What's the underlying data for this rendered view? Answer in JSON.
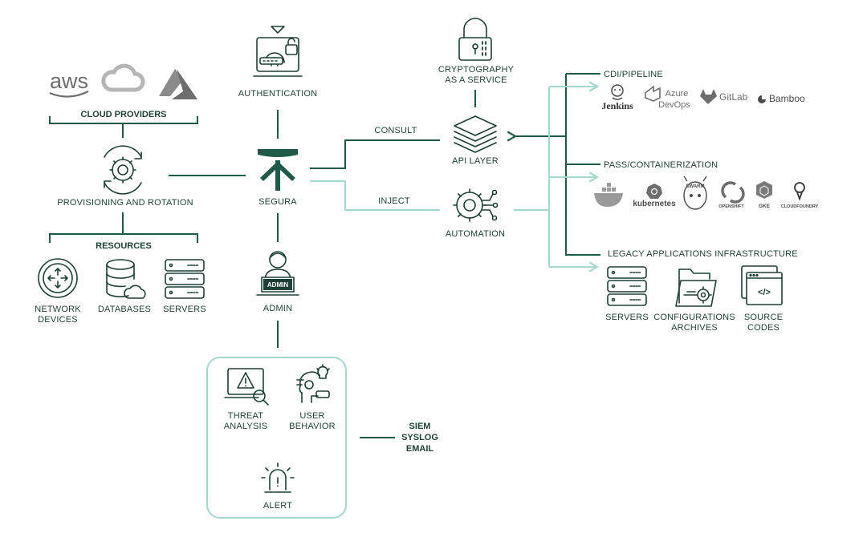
{
  "cloud": {
    "title": "CLOUD PROVIDERS",
    "aws": "aws"
  },
  "provisioning": "PROVISIONING AND ROTATION",
  "resources": {
    "title": "RESOURCES",
    "network_1": "NETWORK",
    "network_2": "DEVICES",
    "databases": "DATABASES",
    "servers": "SERVERS"
  },
  "authentication": "AUTHENTICATION",
  "segura": "SEGURA",
  "admin": {
    "label": "ADMIN",
    "badge": "ADMIN"
  },
  "crypto": {
    "line1": "CRYPTOGRAPHY",
    "line2": "AS A SERVICE"
  },
  "consult": "CONSULT",
  "inject": "INJECT",
  "api_layer": "API LAYER",
  "automation": "AUTOMATION",
  "alerting": {
    "threat_1": "THREAT",
    "threat_2": "ANALYSIS",
    "user_1": "USER",
    "user_2": "BEHAVIOR",
    "alert": "ALERT"
  },
  "siem": {
    "line1": "SIEM",
    "line2": "SYSLOG",
    "line3": "EMAIL"
  },
  "cdi": {
    "title": "CDI/PIPELINE",
    "jenkins": "Jenkins",
    "azure_1": "Azure",
    "azure_2": "DevOps",
    "gitlab": "GitLab",
    "bamboo": "Bamboo"
  },
  "pass": {
    "title": "PASS/CONTAINERIZATION",
    "kubernetes": "kubernetes",
    "swarm": "SWARM",
    "openshift": "OPENSHIFT",
    "gke": "GKE",
    "cloudfoundry": "CLOUDFOUNDRY"
  },
  "legacy": {
    "title": "LEGACY APPLICATIONS INFRASTRUCTURE",
    "servers": "SERVERS",
    "config_1": "CONFIGURATIONS",
    "config_2": "ARCHIVES",
    "source_1": "SOURCE",
    "source_2": "CODES",
    "code_glyph": "</>"
  },
  "colors": {
    "dark": "#1e5a47",
    "light": "#a9d6cf",
    "text": "#1e3f35",
    "logo_gray": "#6d6d6d"
  }
}
